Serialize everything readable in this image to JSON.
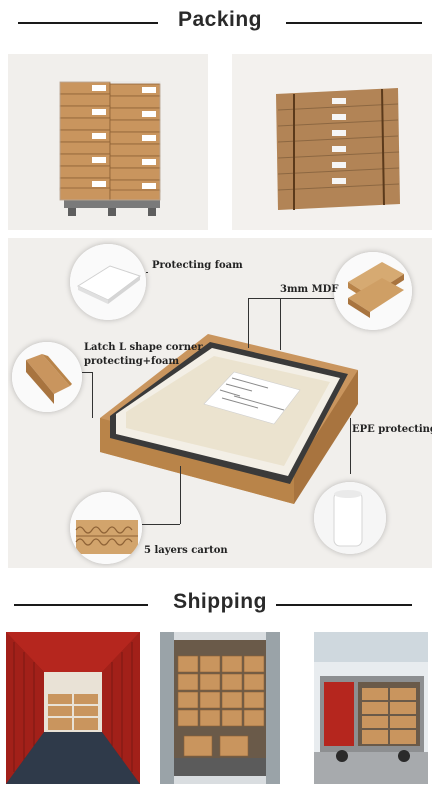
{
  "sections": {
    "packing": {
      "title": "Packing"
    },
    "shipping": {
      "title": "Shipping"
    }
  },
  "diagram": {
    "labels": {
      "foam": "Protecting foam",
      "mdf": "3mm MDF",
      "corner_line1": "Latch L shape corner",
      "corner_line2": "protecting+foam",
      "epe": "EPE protecting",
      "carton": "5 layers carton"
    }
  },
  "colors": {
    "carton": "#c9955e",
    "carton_dark": "#a8743f",
    "container_red": "#b5261e",
    "foam": "#f3efe6"
  }
}
